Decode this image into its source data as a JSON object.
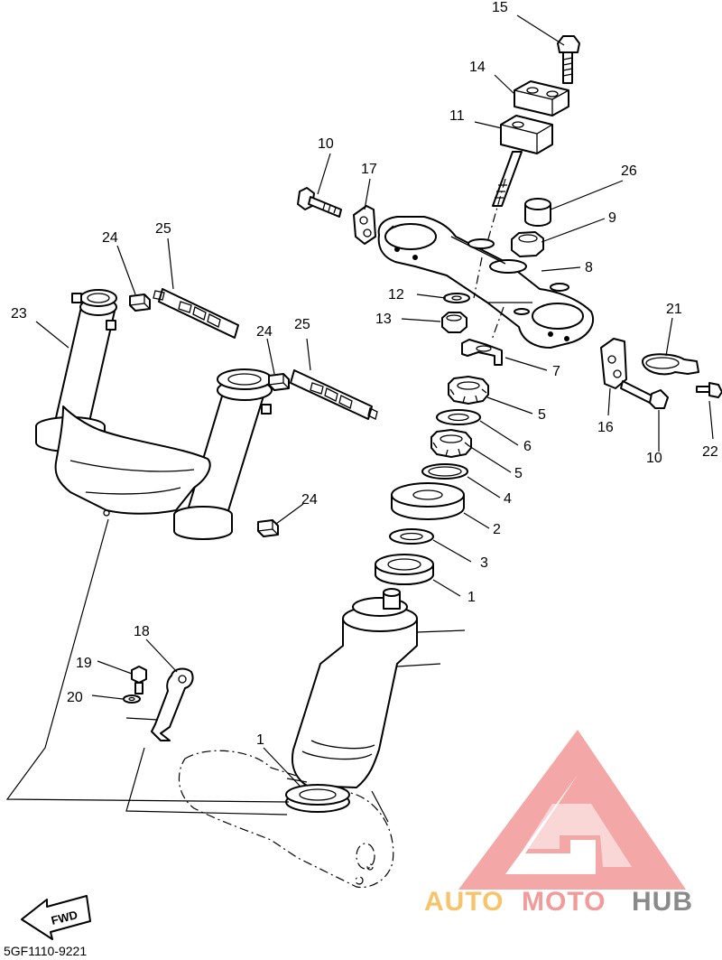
{
  "diagram": {
    "part_code": "5GF1110-9221",
    "fwd_label": "FWD",
    "callouts": {
      "c1a": "1",
      "c1b": "1",
      "c2": "2",
      "c3": "3",
      "c4": "4",
      "c5a": "5",
      "c5b": "5",
      "c6": "6",
      "c7": "7",
      "c8": "8",
      "c9": "9",
      "c10a": "10",
      "c10b": "10",
      "c11": "11",
      "c12": "12",
      "c13": "13",
      "c14": "14",
      "c15": "15",
      "c16": "16",
      "c17": "17",
      "c18": "18",
      "c19": "19",
      "c20": "20",
      "c21": "21",
      "c22": "22",
      "c23": "23",
      "c24a": "24",
      "c24b": "24",
      "c24c": "24",
      "c25a": "25",
      "c25b": "25",
      "c26": "26"
    }
  },
  "watermark": {
    "brand_part1": "AUTO",
    "brand_part2": "MOTO",
    "brand_part3": "HUB",
    "color_light": "#f7c36b",
    "color_pink": "#f39a9a",
    "color_gray": "#8a8a8a"
  }
}
